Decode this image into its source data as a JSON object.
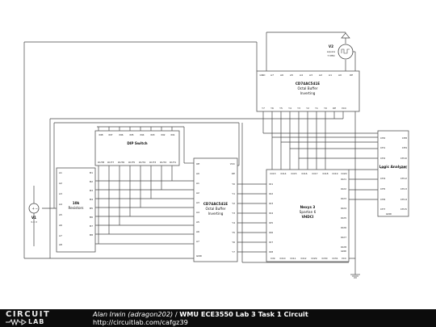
{
  "buffer_top": {
    "name_1": "CD74AC541E",
    "name_2": "Octal Buffer",
    "name_3": "Inverting",
    "pins_top": [
      "GND",
      "A7",
      "A6",
      "A5",
      "A4",
      "A3",
      "A2",
      "A1",
      "A0",
      "OE"
    ],
    "pins_bottom": [
      "Y7",
      "Y6",
      "Y5",
      "Y4",
      "Y3",
      "Y2",
      "Y1",
      "Y0",
      "OE",
      "VCC"
    ]
  },
  "clock": {
    "name": "V2",
    "line_1": "square",
    "line_2": "7 MHz"
  },
  "dip_switch": {
    "title": "DIP Switch",
    "pins_top": [
      "IN8",
      "IN7",
      "IN6",
      "IN5",
      "IN4",
      "IN3",
      "IN2",
      "IN1"
    ],
    "pins_bottom": [
      "OUT8",
      "OUT7",
      "OUT6",
      "OUT5",
      "OUT4",
      "OUT3",
      "OUT2",
      "OUT1"
    ]
  },
  "resistors": {
    "name_1": "10k",
    "name_2": "Resistors",
    "pins_left": [
      "A1",
      "A2",
      "A3",
      "A4",
      "A5",
      "A6",
      "A7",
      "A8"
    ],
    "pins_right": [
      "B1",
      "B2",
      "B3",
      "B4",
      "B5",
      "B6",
      "B7",
      "B8"
    ]
  },
  "source": {
    "name": "V1",
    "value": "3.3 V"
  },
  "buffer_mid": {
    "name_1": "CD74AC541E",
    "name_2": "Octal Buffer",
    "name_3": "Inverting",
    "pins_left": [
      "OE",
      "A0",
      "A1",
      "A2",
      "A3",
      "A4",
      "A5",
      "A6",
      "A7",
      "GND"
    ],
    "pins_right": [
      "VCC",
      "OE",
      "Y0",
      "Y1",
      "Y2",
      "Y3",
      "Y4",
      "Y5",
      "Y6",
      "Y7"
    ]
  },
  "fpga": {
    "name_1": "Nexys 3",
    "name_2": "Spartan 6",
    "name_3": "VHDCI",
    "pins_top": [
      "IO13",
      "IO14",
      "IO15",
      "IO16",
      "IO17",
      "IO18",
      "IO19",
      "IO20"
    ],
    "pins_left": [
      "IO1",
      "IO2",
      "IO3",
      "IO4",
      "IO5",
      "IO6",
      "IO7",
      "IO8"
    ],
    "pins_right": [
      "IO21",
      "IO22",
      "IO23",
      "IO24",
      "IO25",
      "IO26",
      "IO27",
      "IO28",
      "GND"
    ],
    "pins_bottom": [
      "IO9",
      "IO10",
      "IO11",
      "IO12",
      "IO29",
      "IO30",
      "IO31",
      "VCC"
    ]
  },
  "analyzer": {
    "title": "Logic Analyzer",
    "pins_left": [
      "CH0",
      "CH1",
      "CH2",
      "CH3",
      "CH4",
      "CH5",
      "CH6",
      "CH7"
    ],
    "pins_right": [
      "CH8",
      "CH9",
      "CH10",
      "CH11",
      "CH12",
      "CH13",
      "CH14",
      "CH15"
    ],
    "gnd": "GND"
  },
  "footer": {
    "logo_line_1": "CIRCUIT",
    "logo_line_2": "LAB",
    "author": "Alan Irwin (adragon202)",
    "separator": " / ",
    "title": "WMU ECE3550 Lab 3 Task 1 Circuit",
    "url": "http://circuitlab.com/cafgz39"
  },
  "colors": {
    "footer_bg": "#0c0c0c",
    "wire": "#444444",
    "text": "#111111"
  }
}
